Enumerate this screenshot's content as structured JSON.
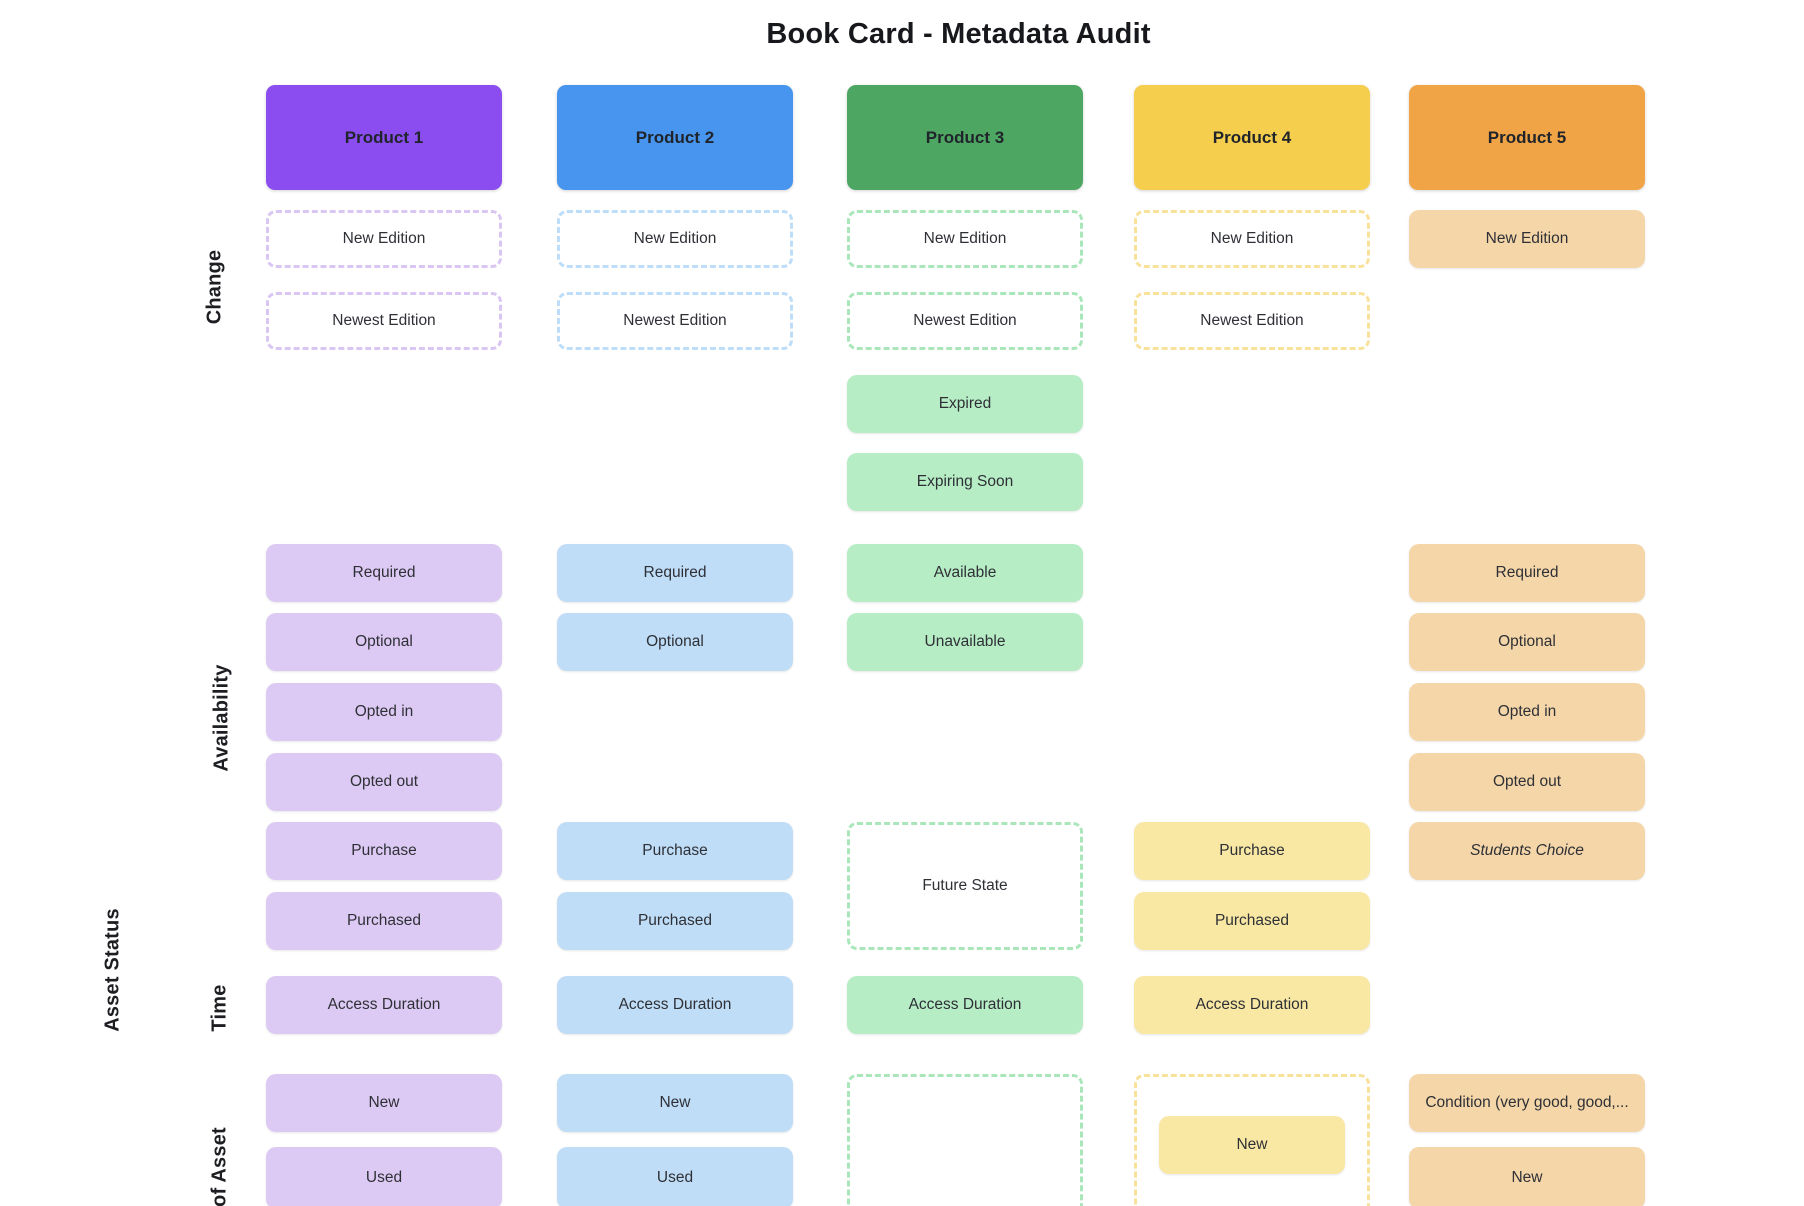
{
  "title": "Book Card - Metadata Audit",
  "row_labels": {
    "change": "Change",
    "availability": "Availability",
    "asset_status": "Asset Status",
    "time": "Time",
    "type_of_asset": "of Asset"
  },
  "columns": [
    {
      "id": "product-1",
      "header": "Product 1",
      "colors": {
        "header": "#8b4df0",
        "fill": "#ddcaf4",
        "dash": "#dac6f2"
      },
      "cells": {
        "new_edition": "New Edition",
        "newest_edition": "Newest Edition",
        "required": "Required",
        "optional": "Optional",
        "opted_in": "Opted in",
        "opted_out": "Opted out",
        "purchase": "Purchase",
        "purchased": "Purchased",
        "access_duration": "Access Duration",
        "new": "New",
        "used": "Used"
      }
    },
    {
      "id": "product-2",
      "header": "Product 2",
      "colors": {
        "header": "#4795ef",
        "fill": "#bfddf7",
        "dash": "#beddf8"
      },
      "cells": {
        "new_edition": "New Edition",
        "newest_edition": "Newest Edition",
        "required": "Required",
        "optional": "Optional",
        "purchase": "Purchase",
        "purchased": "Purchased",
        "access_duration": "Access Duration",
        "new": "New",
        "used": "Used"
      }
    },
    {
      "id": "product-3",
      "header": "Product 3",
      "colors": {
        "header": "#4ea663",
        "fill": "#b6edc5",
        "dash": "#a9e7bb"
      },
      "cells": {
        "new_edition": "New Edition",
        "newest_edition": "Newest Edition",
        "expired": "Expired",
        "expiring_soon": "Expiring Soon",
        "available": "Available",
        "unavailable": "Unavailable",
        "future_state": "Future State",
        "access_duration": "Access Duration",
        "bottom_placeholder": ""
      }
    },
    {
      "id": "product-4",
      "header": "Product 4",
      "colors": {
        "header": "#f6ce4e",
        "fill": "#f9e8a4",
        "dash": "#f8e19a"
      },
      "cells": {
        "new_edition": "New Edition",
        "newest_edition": "Newest Edition",
        "purchase": "Purchase",
        "purchased": "Purchased",
        "access_duration": "Access Duration",
        "new": "New",
        "bottom_placeholder": ""
      }
    },
    {
      "id": "product-5",
      "header": "Product 5",
      "colors": {
        "header": "#f1a445",
        "fill": "#f5d6a8"
      },
      "cells": {
        "new_edition": "New Edition",
        "required": "Required",
        "optional": "Optional",
        "opted_in": "Opted in",
        "opted_out": "Opted out",
        "students_choice": "Students Choice",
        "condition": "Condition (very good, good,...",
        "new": "New"
      }
    }
  ]
}
